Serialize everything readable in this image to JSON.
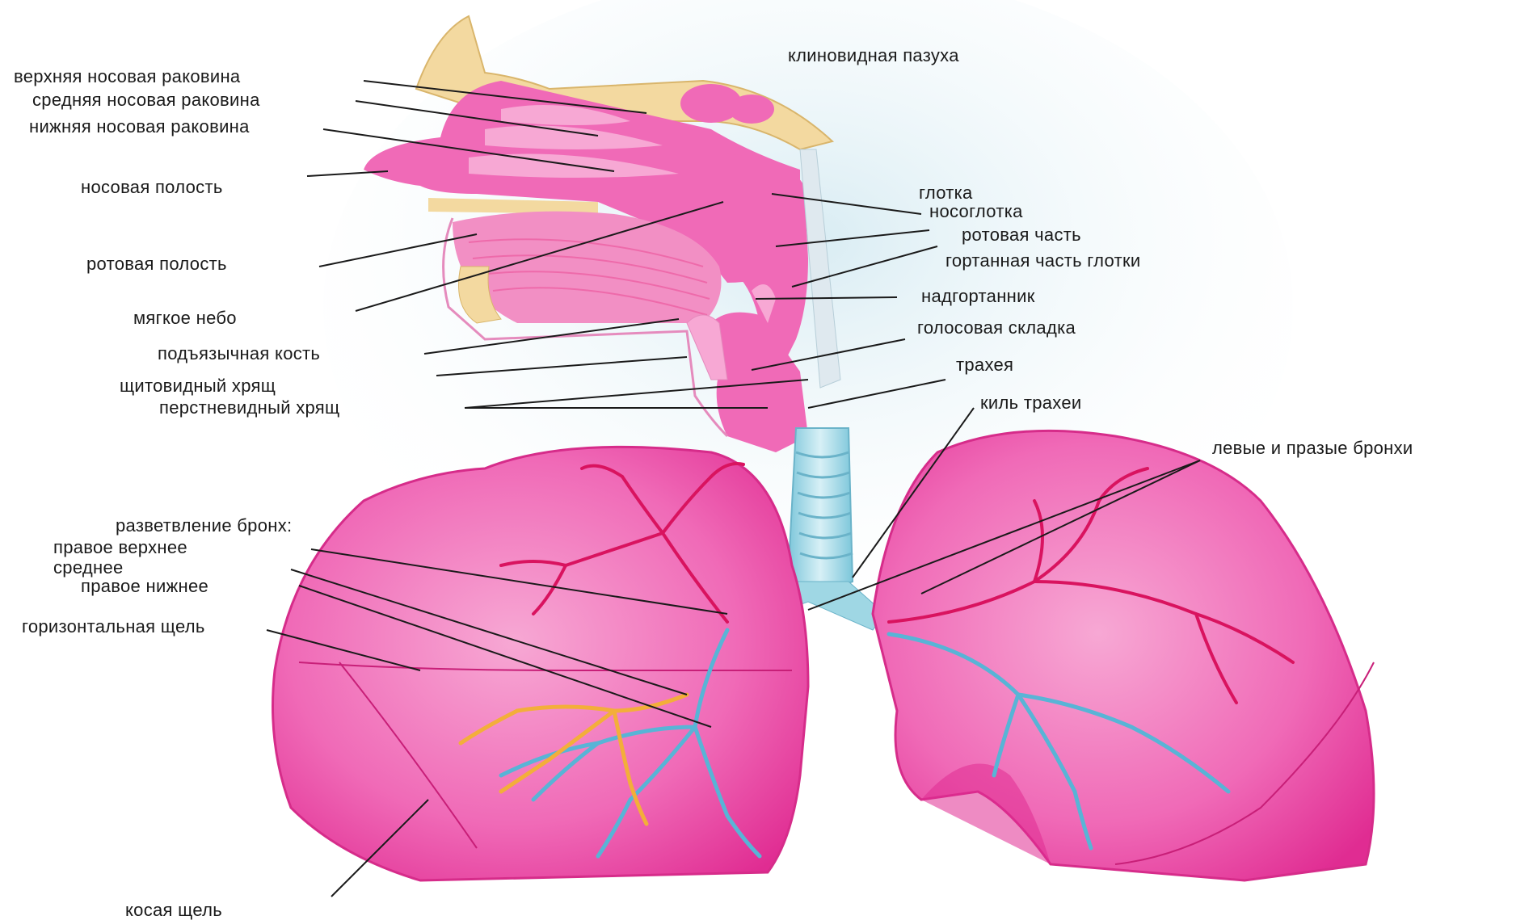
{
  "labels": {
    "sphenoid_sinus": "клиновидная пазуха",
    "superior_concha": "верхняя носовая раковина",
    "middle_concha": "средняя носовая раковина",
    "inferior_concha": "нижняя носовая раковина",
    "nasal_cavity": "носовая полость",
    "oral_cavity": "ротовая полость",
    "soft_palate": "мягкое небо",
    "hyoid_bone": "подъязычная кость",
    "thyroid_cartilage": "щитовидный хрящ",
    "cricoid_cartilage": "перстневидный хрящ",
    "pharynx": "глотка",
    "nasopharynx": "носоглотка",
    "oropharynx": "ротовая часть",
    "laryngopharynx": "гортанная часть глотки",
    "epiglottis": "надгортанник",
    "vocal_fold": "голосовая складка",
    "trachea": "трахея",
    "carina": "киль трахеи",
    "bronchi": "левые и празые бронхи",
    "bronchial_branching": "разветвление бронх:",
    "right_upper": "правое верхнее",
    "middle": "среднее",
    "right_lower": "правое нижнее",
    "horizontal_fissure": "горизонтальная щель",
    "oblique_fissure": "косая щель"
  },
  "colors": {
    "lung": "#ee3d9e",
    "lung_light": "#f7a8d4",
    "airway": "#f0609f",
    "trachea": "#9fd7e4",
    "bronchi_blue": "#58b4d6",
    "bronchi_red": "#d9135f",
    "bronchi_yellow": "#f3ae3a",
    "bone": "#f3d9a0",
    "leader_line": "#1a1a1a"
  }
}
